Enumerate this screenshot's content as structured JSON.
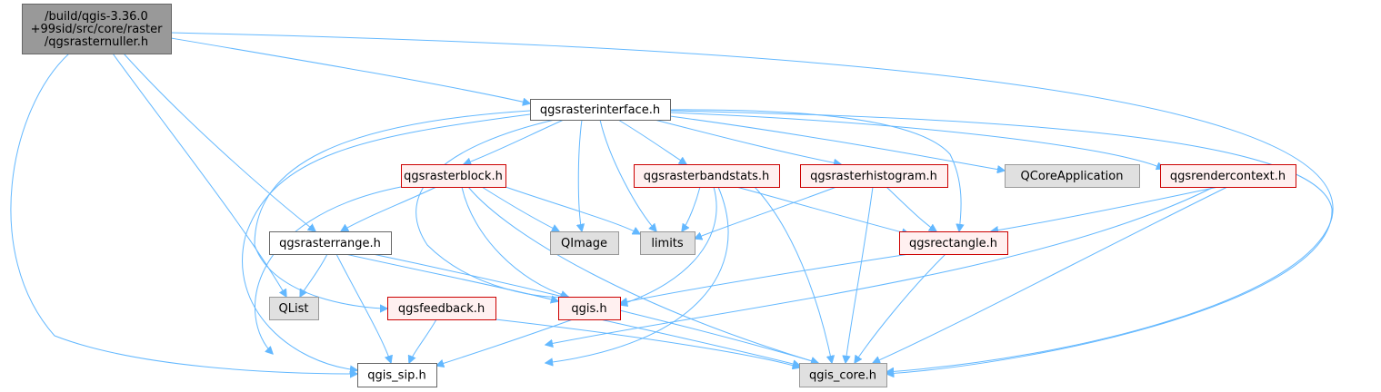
{
  "colors": {
    "edge": "#63b8ff",
    "root_fill": "#999999",
    "root_stroke": "#666666",
    "plain_fill": "#ffffff",
    "plain_stroke": "#666666",
    "red_fill": "#fff0f0",
    "red_stroke": "#cc0000",
    "gray_fill": "#e0e0e0",
    "gray_stroke": "#999999",
    "text": "#000000"
  },
  "nodes": [
    {
      "id": "root",
      "style": "root",
      "lines": [
        "/build/qgis-3.36.0",
        "+99sid/src/core/raster",
        "/qgsrasternuller.h"
      ]
    },
    {
      "id": "qgsrasterinterface",
      "style": "plain",
      "lines": [
        "qgsrasterinterface.h"
      ]
    },
    {
      "id": "qgsrasterblock",
      "style": "red",
      "lines": [
        "qgsrasterblock.h"
      ]
    },
    {
      "id": "qgsrasterbandstats",
      "style": "red",
      "lines": [
        "qgsrasterbandstats.h"
      ]
    },
    {
      "id": "qgsrasterhistogram",
      "style": "red",
      "lines": [
        "qgsrasterhistogram.h"
      ]
    },
    {
      "id": "QCoreApplication",
      "style": "gray",
      "lines": [
        "QCoreApplication"
      ]
    },
    {
      "id": "qgsrendercontext",
      "style": "red",
      "lines": [
        "qgsrendercontext.h"
      ]
    },
    {
      "id": "qgsrasterrange",
      "style": "plain",
      "lines": [
        "qgsrasterrange.h"
      ]
    },
    {
      "id": "QImage",
      "style": "gray",
      "lines": [
        "QImage"
      ]
    },
    {
      "id": "limits",
      "style": "gray",
      "lines": [
        "limits"
      ]
    },
    {
      "id": "qgsrectangle",
      "style": "red",
      "lines": [
        "qgsrectangle.h"
      ]
    },
    {
      "id": "QList",
      "style": "gray",
      "lines": [
        "QList"
      ]
    },
    {
      "id": "qgsfeedback",
      "style": "red",
      "lines": [
        "qgsfeedback.h"
      ]
    },
    {
      "id": "qgis",
      "style": "red",
      "lines": [
        "qgis.h"
      ]
    },
    {
      "id": "qgis_sip",
      "style": "plain",
      "lines": [
        "qgis_sip.h"
      ]
    },
    {
      "id": "qgis_core",
      "style": "gray",
      "lines": [
        "qgis_core.h"
      ]
    }
  ],
  "edges": [
    [
      "root",
      "qgsrasterinterface"
    ],
    [
      "root",
      "qgis_core"
    ],
    [
      "root",
      "qgis_sip"
    ],
    [
      "root",
      "QList"
    ],
    [
      "root",
      "qgsrasterrange"
    ],
    [
      "qgsrasterinterface",
      "qgsrasterblock"
    ],
    [
      "qgsrasterinterface",
      "qgsrasterbandstats"
    ],
    [
      "qgsrasterinterface",
      "qgsrasterhistogram"
    ],
    [
      "qgsrasterinterface",
      "QCoreApplication"
    ],
    [
      "qgsrasterinterface",
      "qgsrendercontext"
    ],
    [
      "qgsrasterinterface",
      "QImage"
    ],
    [
      "qgsrasterinterface",
      "limits"
    ],
    [
      "qgsrasterinterface",
      "qgsrectangle"
    ],
    [
      "qgsrasterinterface",
      "qgis"
    ],
    [
      "qgsrasterinterface",
      "qgis_sip"
    ],
    [
      "qgsrasterinterface",
      "qgsfeedback"
    ],
    [
      "qgsrasterinterface",
      "qgis_core"
    ],
    [
      "qgsrasterblock",
      "qgsrasterrange"
    ],
    [
      "qgsrasterblock",
      "QImage"
    ],
    [
      "qgsrasterblock",
      "limits"
    ],
    [
      "qgsrasterblock",
      "qgis"
    ],
    [
      "qgsrasterblock",
      "qgis_core"
    ],
    [
      "qgsrasterblock",
      "qgis_sip"
    ],
    [
      "qgsrasterbandstats",
      "limits"
    ],
    [
      "qgsrasterbandstats",
      "qgis"
    ],
    [
      "qgsrasterbandstats",
      "qgsrectangle"
    ],
    [
      "qgsrasterbandstats",
      "qgis_core"
    ],
    [
      "qgsrasterbandstats",
      "qgis_sip"
    ],
    [
      "qgsrasterhistogram",
      "limits"
    ],
    [
      "qgsrasterhistogram",
      "qgsrectangle"
    ],
    [
      "qgsrasterhistogram",
      "qgis_core"
    ],
    [
      "qgsrendercontext",
      "qgsrectangle"
    ],
    [
      "qgsrendercontext",
      "qgis_core"
    ],
    [
      "qgsrendercontext",
      "qgis_sip"
    ],
    [
      "qgsrasterrange",
      "QList"
    ],
    [
      "qgsrasterrange",
      "qgis"
    ],
    [
      "qgsrasterrange",
      "qgis_sip"
    ],
    [
      "qgsrasterrange",
      "qgis_core"
    ],
    [
      "qgsrectangle",
      "qgis"
    ],
    [
      "qgsrectangle",
      "qgis_core"
    ],
    [
      "qgsfeedback",
      "qgis_sip"
    ],
    [
      "qgsfeedback",
      "qgis_core"
    ],
    [
      "qgis",
      "qgis_sip"
    ],
    [
      "qgis",
      "qgis_core"
    ]
  ]
}
